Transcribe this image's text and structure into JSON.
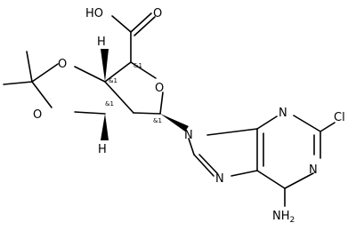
{
  "molecule": {
    "atoms": {
      "hydroxyl": "HO",
      "carbonyl_oxygen": "O",
      "ring_oxygen": "O",
      "dioxolane_o1": "O",
      "dioxolane_o2": "O",
      "h_top": "H",
      "h_bottom": "H",
      "n9": "N",
      "n3": "N",
      "n1": "N",
      "n7": "N",
      "chlorine": "Cl",
      "amine": "NH2"
    },
    "stereo_labels": {
      "c4": "&1",
      "c3": "&1",
      "c2": "&1",
      "c1": "&1"
    },
    "stereo_mark": "&1",
    "amine_base": "NH",
    "amine_sub": "2"
  }
}
